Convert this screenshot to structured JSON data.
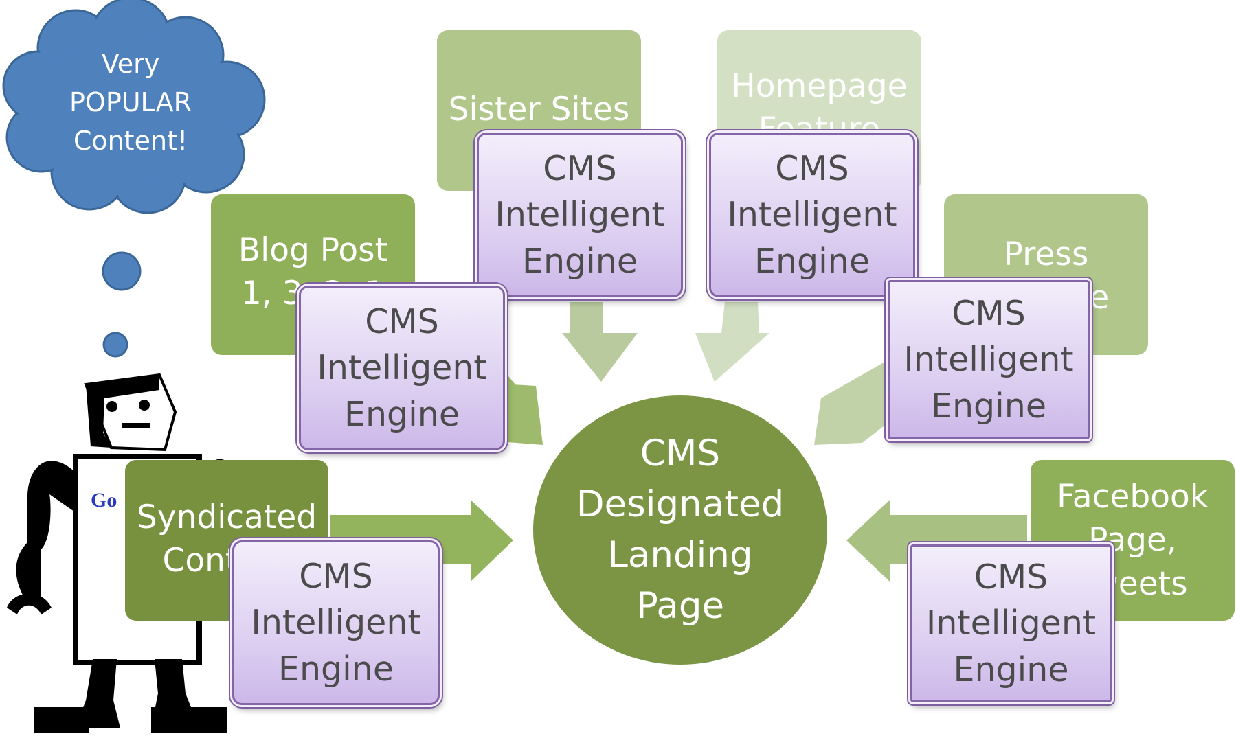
{
  "thought": {
    "lines": [
      "Very",
      "POPULAR",
      "Content!"
    ]
  },
  "hub": {
    "lines": [
      "CMS",
      "Designated",
      "Landing",
      "Page"
    ]
  },
  "sources": {
    "sister_sites": {
      "lines": [
        "Sister Sites"
      ]
    },
    "homepage_feature": {
      "lines": [
        "Homepage",
        "Feature"
      ]
    },
    "blog_post": {
      "lines": [
        "Blog Post",
        "1, 3, 2, 1"
      ]
    },
    "press_release": {
      "lines": [
        "Press",
        "Release"
      ]
    },
    "syndicated_content": {
      "lines": [
        "Syndicated",
        "Content"
      ]
    },
    "facebook_tweets": {
      "lines": [
        "Facebook",
        "Page,",
        "Tweets"
      ]
    }
  },
  "engine": {
    "lines": [
      "CMS",
      "Intelligent",
      "Engine"
    ]
  },
  "robot": {
    "shirt_logo": "Go"
  },
  "colors": {
    "hub": "#7c9544",
    "source_dark": "#7c9544",
    "source_mid": "#8faf58",
    "source_light": "#b0c68a",
    "source_lighter": "#d3e0c3",
    "arrow": "#b5c89a",
    "engine_border": "#8466a8",
    "cloud": "#4f81bd"
  }
}
